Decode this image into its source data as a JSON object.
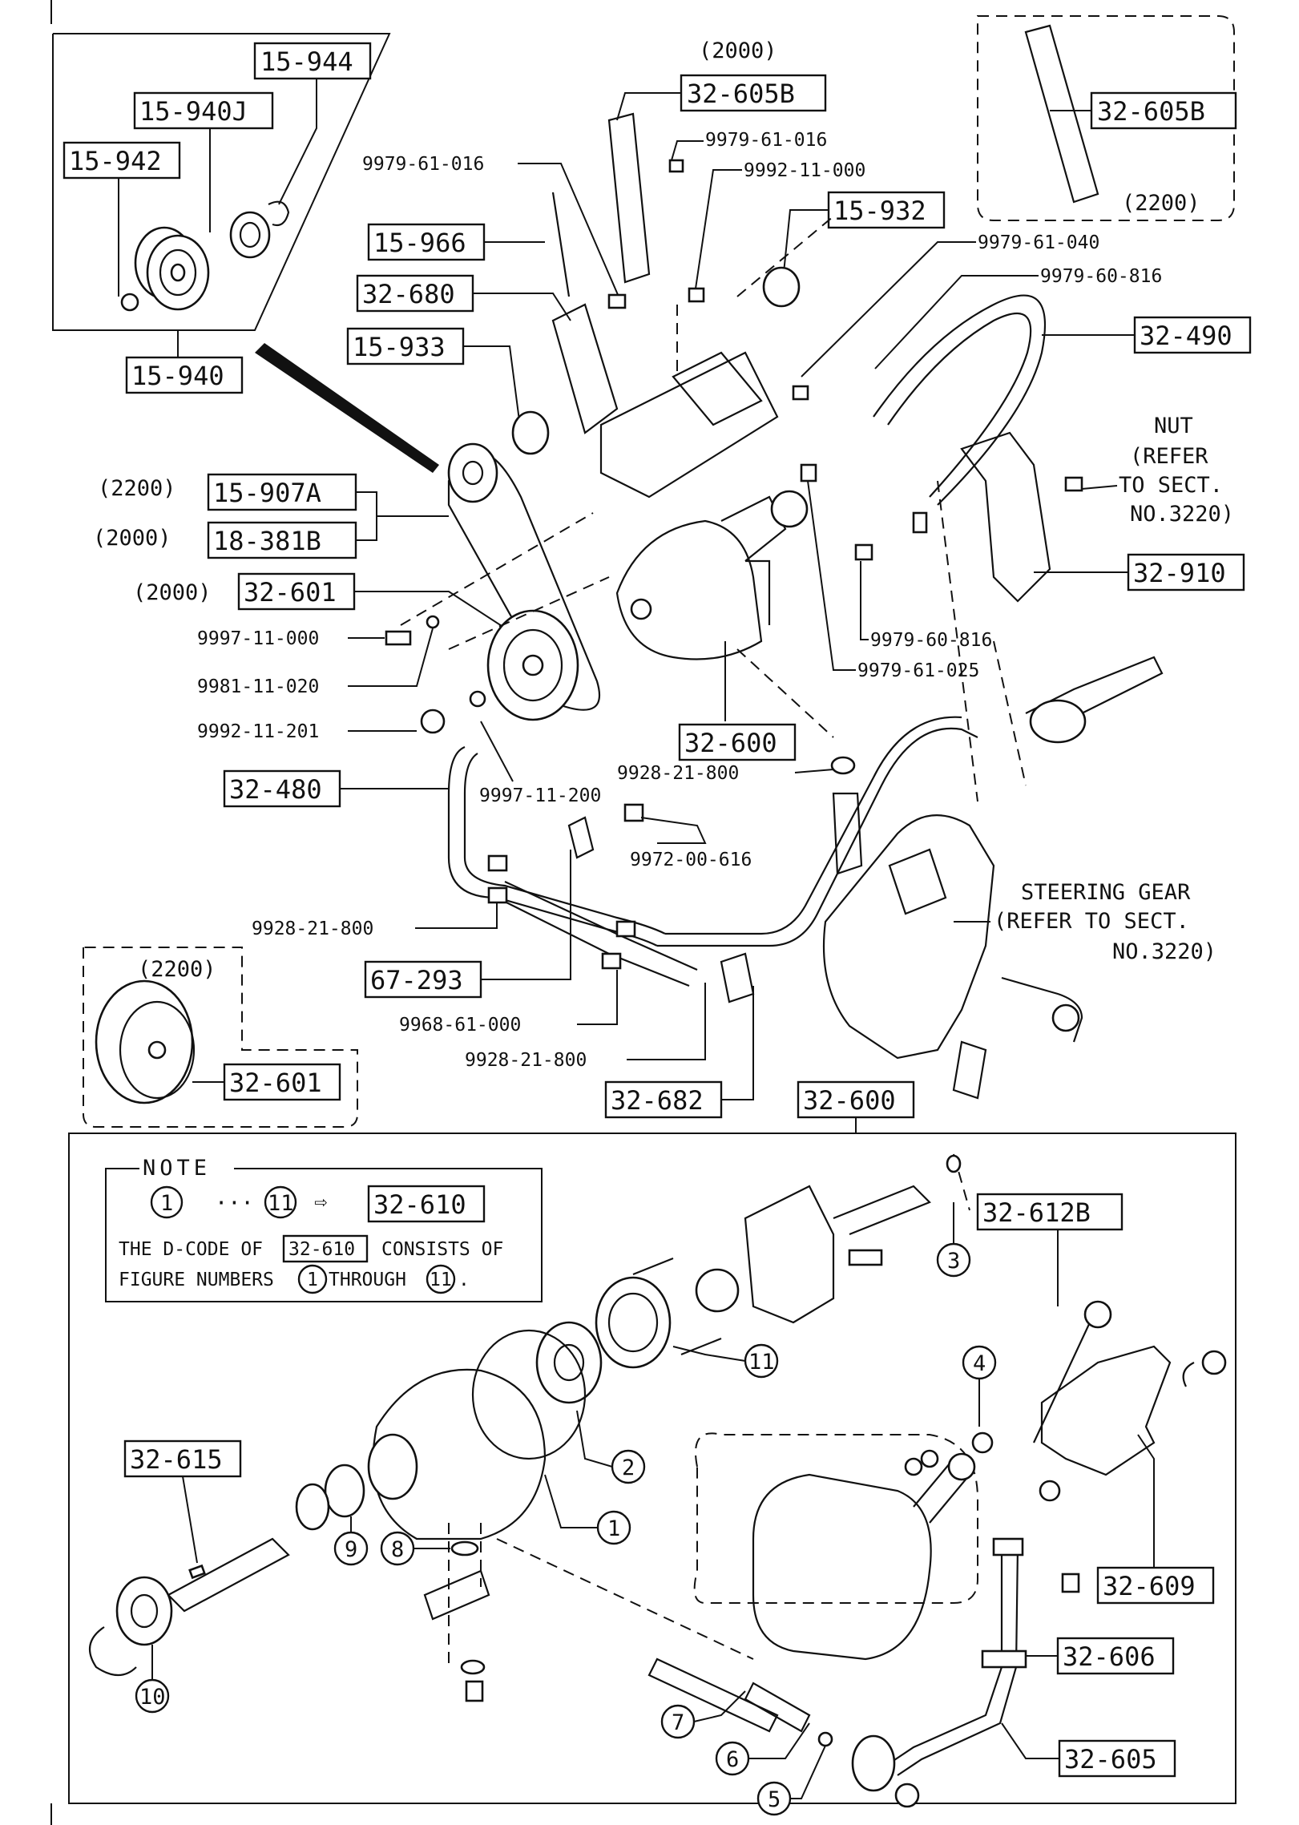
{
  "boxed_parts": [
    "15-944",
    "15-940J",
    "15-942",
    "15-940",
    "32-605B",
    "15-932",
    "15-966",
    "32-680",
    "15-933",
    "32-605B",
    "32-490",
    "15-907A",
    "18-381B",
    "32-601",
    "32-910",
    "32-600",
    "32-480",
    "67-293",
    "32-601",
    "32-682",
    "32-600",
    "32-610",
    "32-612B",
    "32-615",
    "32-609",
    "32-606",
    "32-605"
  ],
  "part_labels": [
    "9979-61-016",
    "9979-61-016",
    "9992-11-000",
    "9979-61-040",
    "9979-60-816",
    "9997-11-000",
    "9981-11-020",
    "9992-11-201",
    "9979-60-816",
    "9979-61-025",
    "9928-21-800",
    "9997-11-200",
    "9972-00-616",
    "9928-21-800",
    "9968-61-000",
    "9928-21-800"
  ],
  "variant_notes": [
    "(2000)",
    "(2200)",
    "(2200)",
    "(2000)",
    "(2000)",
    "(2200)"
  ],
  "refer_notes": {
    "nut_lines": [
      "NUT",
      "(REFER",
      "TO SECT.",
      "NO.3220)"
    ],
    "steering_lines": [
      "STEERING GEAR",
      "(REFER TO SECT.",
      "NO.3220)"
    ]
  },
  "note_panel": {
    "title": "NOTE",
    "range_from": "1",
    "range_dots": "···",
    "range_to": "11",
    "arrow": "⇨",
    "code": "32-610",
    "line1_prefix": "THE D-CODE OF",
    "line1_suffix": "CONSISTS OF",
    "line2_prefix": "FIGURE NUMBERS",
    "line2_mid": "THROUGH",
    "line2_end": "."
  },
  "callouts": [
    "1",
    "2",
    "3",
    "4",
    "5",
    "6",
    "7",
    "8",
    "9",
    "10",
    "11"
  ]
}
